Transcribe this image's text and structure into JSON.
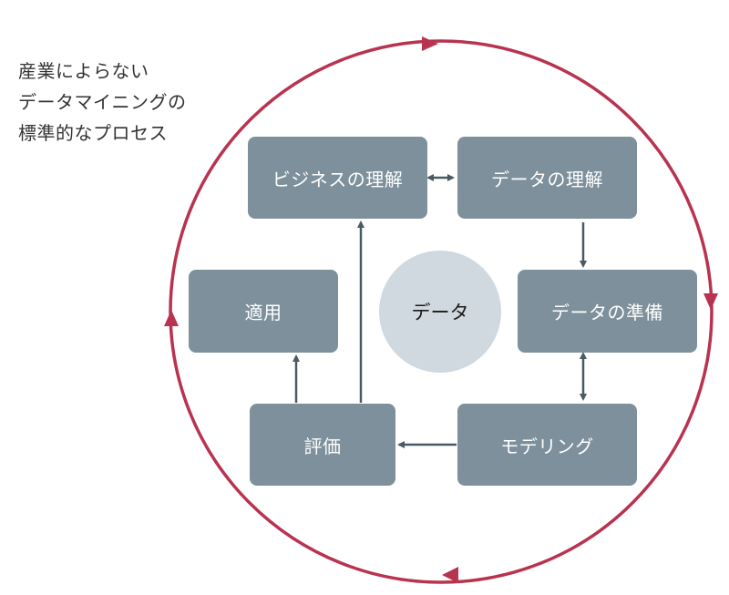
{
  "title": {
    "lines": [
      "産業によらない",
      "データマイニングの",
      "標準的なプロセス"
    ]
  },
  "center": {
    "label": "データ"
  },
  "nodes": {
    "business_understanding": "ビジネスの理解",
    "data_understanding": "データの理解",
    "data_preparation": "データの準備",
    "modeling": "モデリング",
    "evaluation": "評価",
    "deployment": "適用"
  },
  "edges": [
    {
      "from": "business_understanding",
      "to": "data_understanding",
      "type": "bidirectional"
    },
    {
      "from": "data_understanding",
      "to": "data_preparation",
      "type": "directed"
    },
    {
      "from": "data_preparation",
      "to": "modeling",
      "type": "bidirectional"
    },
    {
      "from": "modeling",
      "to": "evaluation",
      "type": "directed"
    },
    {
      "from": "evaluation",
      "to": "business_understanding",
      "type": "directed"
    },
    {
      "from": "evaluation",
      "to": "deployment",
      "type": "directed"
    }
  ],
  "outer_cycle": {
    "direction": "clockwise"
  },
  "colors": {
    "cycle": "#b8334f",
    "box": "#7e909b",
    "center": "#d0d9df",
    "arrow": "#4a5a64",
    "box_text": "#ffffff",
    "title_text": "#333333"
  }
}
